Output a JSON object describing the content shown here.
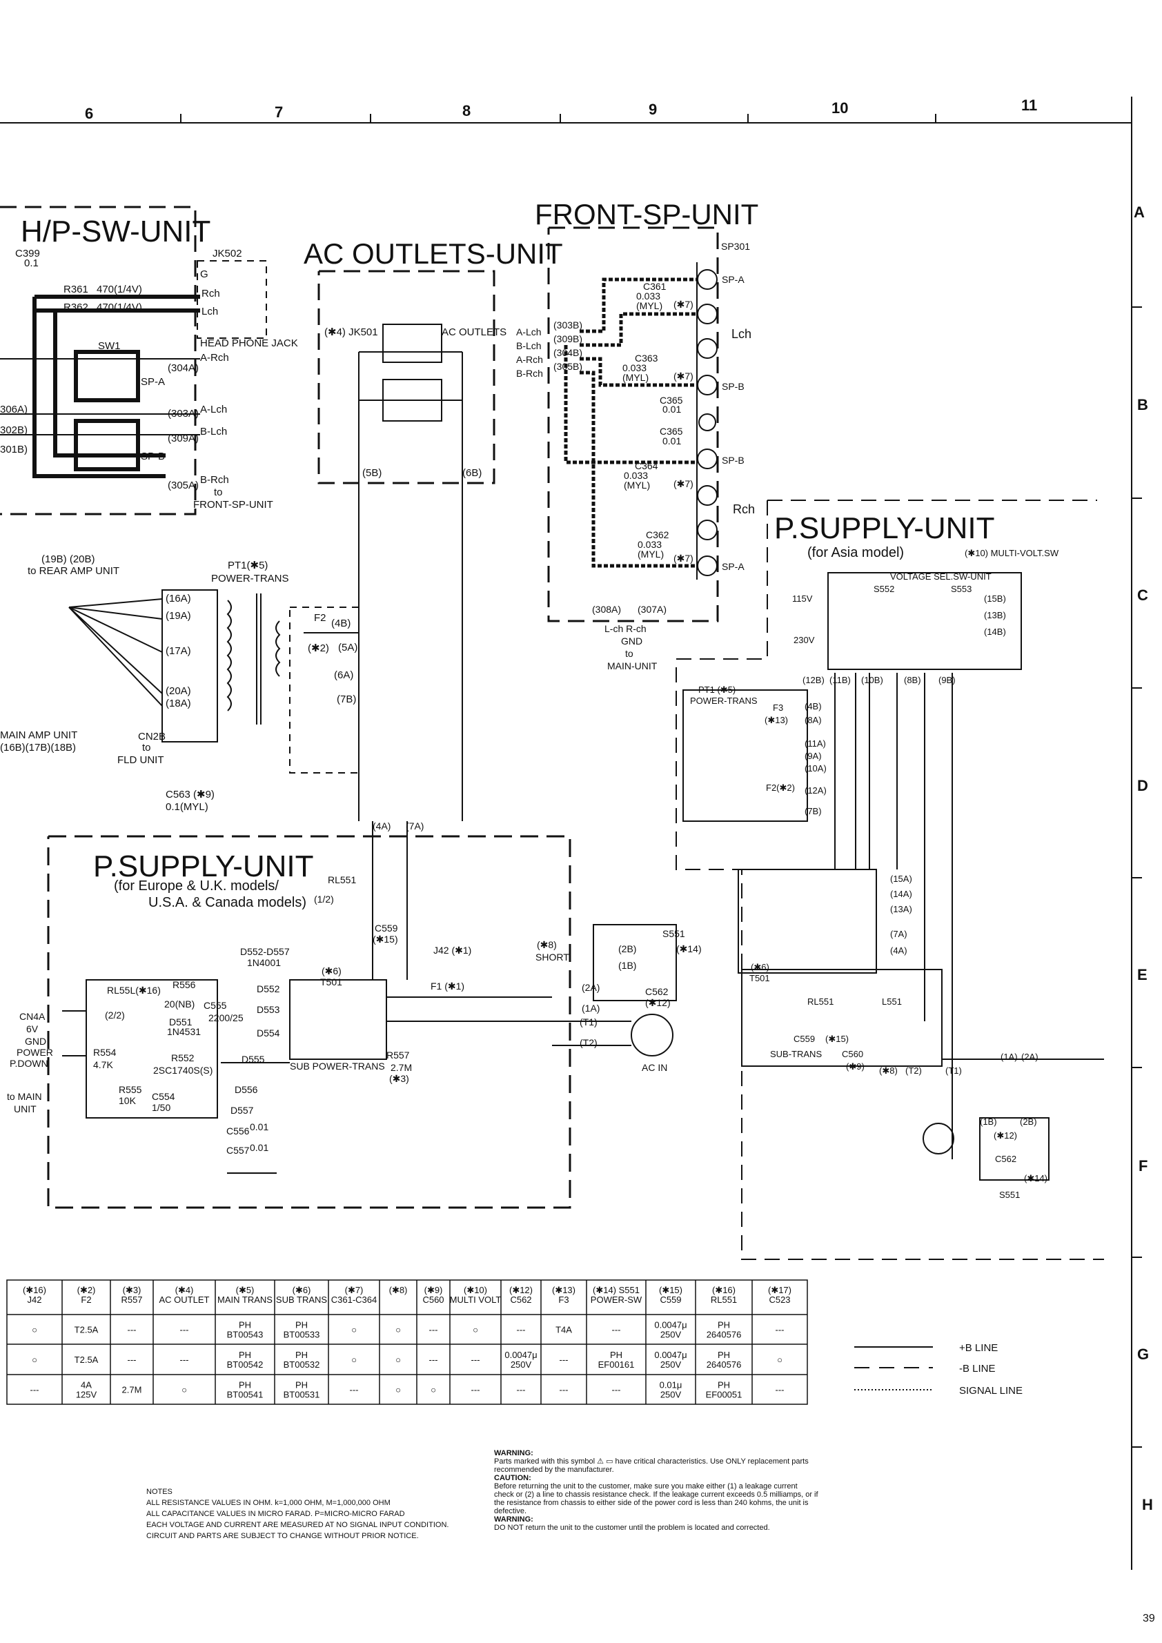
{
  "grid": {
    "columns": [
      "6",
      "7",
      "8",
      "9",
      "10",
      "11"
    ],
    "rows": [
      "A",
      "B",
      "C",
      "D",
      "E",
      "F",
      "G",
      "H"
    ]
  },
  "units": {
    "hp_sw": {
      "title": "H/P-SW-UNIT",
      "labels": [
        "C399",
        "0.1",
        "JK502",
        "G",
        "Rch",
        "Lch",
        "R361",
        "470(1/4V)",
        "R362",
        "470(1/4V)",
        "SW1",
        "SP-A",
        "SP-B",
        "HEAD PHONE JACK",
        "(304A)",
        "A-Rch",
        "(303A)",
        "A-Lch",
        "(309A)",
        "B-Lch",
        "(305A)",
        "B-Rch",
        "to",
        "FRONT-SP-UNIT",
        "306A)",
        "302B)",
        "301B)"
      ]
    },
    "ac_outlets": {
      "title": "AC OUTLETS-UNIT",
      "labels": [
        "(✱4) JK501",
        "AC OUTLETS",
        "(5B)",
        "(6B)"
      ]
    },
    "front_sp": {
      "title": "FRONT-SP-UNIT",
      "labels": [
        "SP301",
        "SP-A",
        "Lch",
        "SP-B",
        "SP-B",
        "Rch",
        "SP-A",
        "C361",
        "0.033",
        "(MYL)",
        "(✱7)",
        "C363",
        "0.033",
        "(MYL)",
        "(✱7)",
        "C365",
        "0.01",
        "C365",
        "0.01",
        "C364",
        "0.033",
        "(MYL)",
        "(✱7)",
        "C362",
        "0.033",
        "(MYL)",
        "(✱7)",
        "A-Lch",
        "B-Lch",
        "A-Rch",
        "B-Rch",
        "(303B)",
        "(309B)",
        "(304B)",
        "(305B)",
        "(308A)",
        "(307A)",
        "L-ch R-ch",
        "GND",
        "to",
        "MAIN-UNIT"
      ]
    },
    "psu_asia": {
      "title": "P.SUPPLY-UNIT",
      "subtitle": "(for Asia model)",
      "labels": [
        "(✱10) MULTI-VOLT.SW",
        "VOLTAGE SEL.SW-UNIT",
        "S552",
        "S553",
        "115V",
        "230V",
        "(15B)",
        "(13B)",
        "(14B)",
        "(12B)",
        "(11B)",
        "(10B)",
        "(8B)",
        "(9B)",
        "PT1 (✱5)",
        "POWER-TRANS",
        "F3",
        "(✱13)",
        "(4B)",
        "(8A)",
        "(11A)",
        "(9A)",
        "(10A)",
        "F2(✱2)",
        "(12A)",
        "(7B)",
        "(15A)",
        "(14A)",
        "(13A)",
        "(7A)",
        "(4A)",
        "(✱6)",
        "T501",
        "RL551",
        "L551",
        "C559",
        "(✱15)",
        "C560",
        "SUB-TRANS",
        "(✱9)",
        "(✱8)",
        "(T2)",
        "(T1)",
        "(1A)",
        "(2A)",
        "(1B)",
        "(2B)",
        "(✱12)",
        "C562",
        "(✱14)",
        "S551"
      ]
    },
    "psu_eu": {
      "title": "P.SUPPLY-UNIT",
      "subtitle": "(for Europe & U.K. models/\nU.S.A. & Canada models)",
      "labels": [
        "RL551",
        "(1/2)",
        "C559",
        "(✱15)",
        "D552-D557",
        "1N4001",
        "J42 (✱1)",
        "F1 (✱1)",
        "(✱6)",
        "T501",
        "(✱8)",
        "SHORT",
        "(2B)",
        "(1B)",
        "S551",
        "(✱14)",
        "C562",
        "(✱12)",
        "(2A)",
        "(1A)",
        "(T1)",
        "(T2)",
        "AC IN",
        "RL55L(✱16)",
        "R556",
        "20(NB)",
        "(2/2)",
        "D551",
        "1N4531",
        "C555",
        "2200/25",
        "D552",
        "D553",
        "D554",
        "D555",
        "R554",
        "4.7K",
        "R552",
        "2SC1740S(S)",
        "R555",
        "10K",
        "C554",
        "1/50",
        "D556",
        "D557",
        "C556",
        "0.01",
        "C557",
        "0.01",
        "SUB POWER-TRANS",
        "R557",
        "2.7M",
        "(✱3)",
        "CN4A",
        "6V",
        "GND",
        "POWER",
        "P.DOWN",
        "to MAIN",
        "UNIT",
        "(4A)",
        "(7A)"
      ]
    },
    "power_trans": {
      "labels": [
        "(19B) (20B)",
        "to REAR AMP UNIT",
        "PT1(✱5)",
        "POWER-TRANS",
        "(16A)",
        "(19A)",
        "(17A)",
        "(20A)",
        "(18A)",
        "F2",
        "(✱2)",
        "(4B)",
        "(5A)",
        "(6A)",
        "(7B)",
        "MAIN AMP UNIT",
        "(16B)(17B)(18B)",
        "CN2B",
        "to",
        "FLD UNIT",
        "C563 (✱9)",
        "0.1(MYL)"
      ]
    }
  },
  "table": {
    "headers": [
      [
        "(✱16)",
        "J42"
      ],
      [
        "(✱2)",
        "F2"
      ],
      [
        "(✱3)",
        "R557"
      ],
      [
        "(✱4)",
        "AC OUTLET"
      ],
      [
        "(✱5)",
        "MAIN TRANS"
      ],
      [
        "(✱6)",
        "SUB TRANS"
      ],
      [
        "(✱7)",
        "C361-C364"
      ],
      [
        "(✱8)",
        ""
      ],
      [
        "(✱9)",
        "C560"
      ],
      [
        "(✱10)",
        "MULTI VOLT"
      ],
      [
        "(✱12)",
        "C562"
      ],
      [
        "(✱13)",
        "F3"
      ],
      [
        "(✱14) S551",
        "POWER-SW"
      ],
      [
        "(✱15)",
        "C559"
      ],
      [
        "(✱16)",
        "RL551"
      ],
      [
        "(✱17)",
        "C523"
      ]
    ],
    "rows": [
      [
        "○",
        "T2.5A",
        "---",
        "---",
        "PH\nBT00543",
        "PH\nBT00533",
        "○",
        "○",
        "---",
        "○",
        "---",
        "T4A",
        "---",
        "0.0047μ\n250V",
        "PH\n2640576",
        "---"
      ],
      [
        "○",
        "T2.5A",
        "---",
        "---",
        "PH\nBT00542",
        "PH\nBT00532",
        "○",
        "○",
        "---",
        "---",
        "0.0047μ\n250V",
        "---",
        "PH\nEF00161",
        "0.0047μ\n250V",
        "PH\n2640576",
        "○"
      ],
      [
        "---",
        "4A\n125V",
        "2.7M",
        "○",
        "PH\nBT00541",
        "PH\nBT00531",
        "---",
        "○",
        "○",
        "---",
        "---",
        "---",
        "---",
        "0.01μ\n250V",
        "PH\nEF00051",
        "---"
      ]
    ]
  },
  "legend": [
    {
      "style": "solid",
      "label": "+B LINE"
    },
    {
      "style": "dashed",
      "label": "-B LINE"
    },
    {
      "style": "dotted",
      "label": "SIGNAL LINE"
    }
  ],
  "notes": {
    "title": "NOTES",
    "lines": [
      "ALL RESISTANCE VALUES IN OHM. k=1,000 OHM, M=1,000,000 OHM",
      "ALL CAPACITANCE VALUES IN MICRO FARAD. P=MICRO-MICRO FARAD",
      "EACH VOLTAGE AND CURRENT ARE MEASURED AT NO SIGNAL INPUT CONDITION.",
      "CIRCUIT AND PARTS ARE SUBJECT TO CHANGE WITHOUT PRIOR NOTICE."
    ]
  },
  "warning": {
    "h1": "WARNING:",
    "t1": "Parts marked with this symbol ⚠ ▭ have critical characteristics. Use ONLY replacement parts recommended by the manufacturer.",
    "h2": "CAUTION:",
    "t2": "Before returning the unit to the customer, make sure you make either (1) a leakage current check or (2) a line to chassis resistance check. If the leakage current exceeds 0.5 milliamps, or if the resistance from chassis to either side of the power cord is less than 240 kohms, the unit is defective.",
    "h3": "WARNING:",
    "t3": "DO NOT return the unit to the customer until the problem is located and corrected."
  },
  "page_number": "39"
}
